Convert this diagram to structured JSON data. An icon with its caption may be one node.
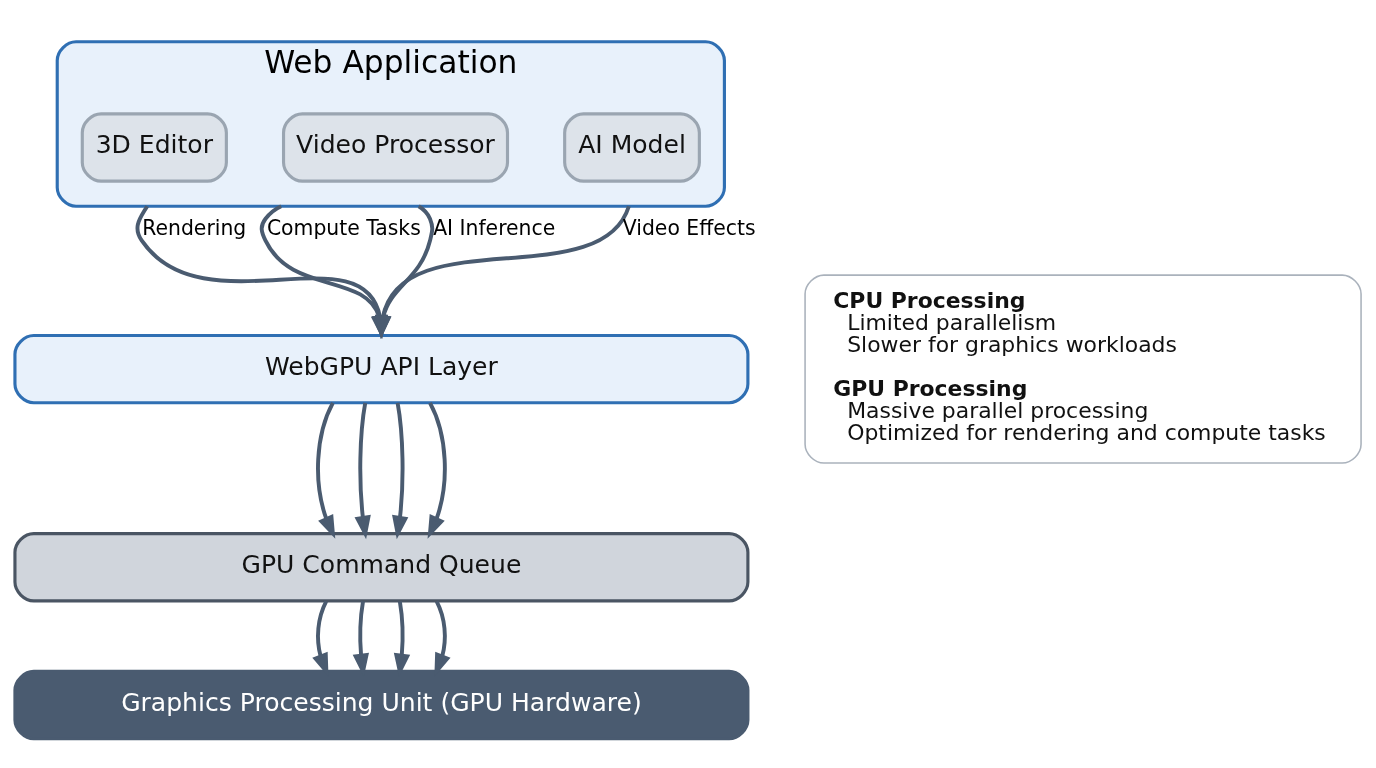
{
  "diagram": {
    "nodes": [
      {
        "text": [
          "Web Application"
        ]
      },
      {
        "text": [
          "3D Editor"
        ],
        "in": 0
      },
      {
        "text": [
          "Video Processor"
        ],
        "in": 0
      },
      {
        "text": [
          "AI Model"
        ],
        "in": 0
      },
      {
        "text": [
          "WebGPU API Layer"
        ]
      },
      {
        "text": [
          "GPU Command Queue"
        ]
      },
      {
        "text": [
          "Graphics Processing Unit (GPU Hardware)"
        ]
      },
      {
        "text": [
          "CPU Processing",
          "Limited parallelism",
          "Slower for graphics workloads",
          "GPU Processing",
          "Massive parallel processing",
          "Optimized for rendering and compute tasks"
        ]
      }
    ],
    "edges": [
      {
        "from": 0,
        "to": 4,
        "arrow": "to",
        "label": "Rendering"
      },
      {
        "from": 0,
        "to": 4,
        "arrow": "to",
        "label": "Compute Tasks"
      },
      {
        "from": 0,
        "to": 4,
        "arrow": "to",
        "label": "AI Inference"
      },
      {
        "from": 0,
        "to": 4,
        "arrow": "to",
        "label": "Video Effects"
      },
      {
        "from": 4,
        "to": 5,
        "arrow": "to"
      },
      {
        "from": 4,
        "to": 5,
        "arrow": "to"
      },
      {
        "from": 4,
        "to": 5,
        "arrow": "to"
      },
      {
        "from": 4,
        "to": 5,
        "arrow": "to"
      },
      {
        "from": 5,
        "to": 6,
        "arrow": "to"
      },
      {
        "from": 5,
        "to": 6,
        "arrow": "to"
      },
      {
        "from": 5,
        "to": 6,
        "arrow": "to"
      },
      {
        "from": 5,
        "to": 6,
        "arrow": "to"
      }
    ]
  }
}
